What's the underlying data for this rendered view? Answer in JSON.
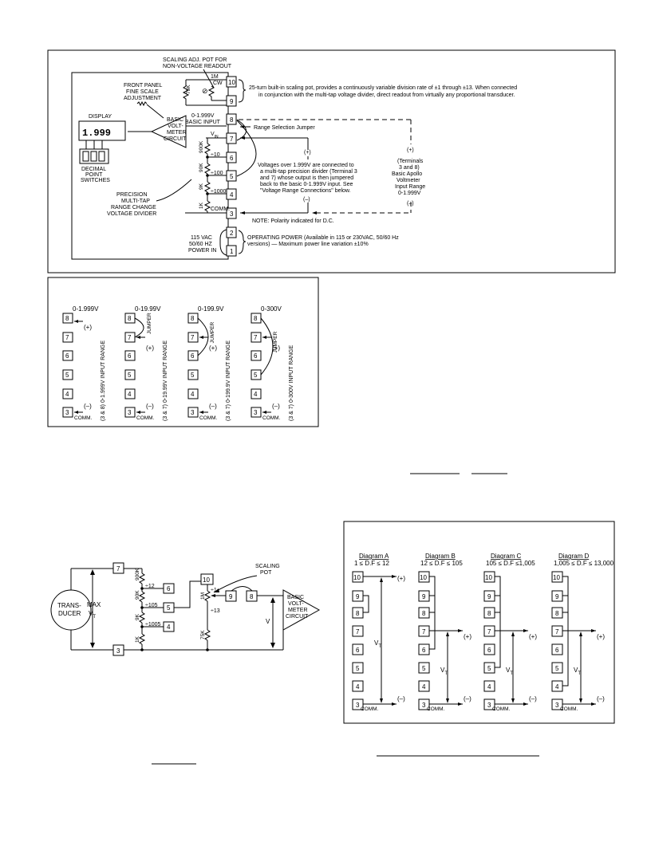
{
  "diagram1": {
    "scaling_adj": [
      "SCALING ADJ. POT FOR",
      "NON-VOLTAGE READOUT"
    ],
    "front_panel": [
      "FRONT PANEL",
      "FINE SCALE",
      "ADJUSTMENT"
    ],
    "display_label": "DISPLAY",
    "display_value": "1.999",
    "dp_switches": [
      "DECIMAL",
      "POINT",
      "SWITCHES"
    ],
    "basic_vm": [
      "BASIC",
      "VOLT-",
      "METER",
      "CIRCUIT"
    ],
    "precision": [
      "PRECISION",
      "MULTI-TAP",
      "RANGE CHANGE",
      "VOLTAGE DIVIDER"
    ],
    "r_75k": "75K",
    "r_1m": "1M",
    "cw": "CW",
    "r_900k": "900K",
    "r_90k": "90K",
    "r_9k": "9K",
    "r_1k": "1K",
    "div10": "÷10",
    "div100": "÷100",
    "div1000": "÷1000",
    "basic_input_range": "0-1.999V",
    "basic_input": "BASIC INPUT",
    "vin": "V IN",
    "comm": "COMM.",
    "range_jumper": "Range Selection Jumper",
    "pot_note": [
      "25-turn built-in scaling pot, provides a continuously variable division rate of ±1 through ±13. When connected",
      "in conjunction with the multi-tap voltage divider, direct readout from virtually any proportional transducer."
    ],
    "voltages_note": [
      "Voltages over 1.999V are connected to",
      "a multi-tap precision divider (Terminal 3",
      "and 7) whose output is then jumpered",
      "back to the basic 0-1.999V input. See",
      "\"Voltage Range Connections\" below."
    ],
    "plus": "(+)",
    "minus": "(–)",
    "terminals_note": [
      "(Terminals",
      "3 and 8)",
      "Basic Apollo",
      "Voltmeter",
      "Input Range",
      "0-1.999V"
    ],
    "polarity_note": "NOTE: Polarity indicated for D.C.",
    "power_in": [
      "115 VAC",
      "50/60 HZ",
      "POWER IN"
    ],
    "operating_power": [
      "OPERATING POWER (Available in 115 or 230VAC, 50/60 Hz",
      "versions) — Maximum power line variation ±10%"
    ],
    "terminals": [
      "10",
      "9",
      "8",
      "7",
      "6",
      "5",
      "4",
      "3",
      "2",
      "1"
    ]
  },
  "diagram2": {
    "ranges": [
      {
        "title": "0-1.999V",
        "side": "(3 & 8) 0-1.999V INPUT RANGE"
      },
      {
        "title": "0-19.99V",
        "side": "(3 & 7) 0-19.99V INPUT RANGE"
      },
      {
        "title": "0-199.9V",
        "side": "(3 & 7) 0-199.9V INPUT RANGE"
      },
      {
        "title": "0-300V",
        "side": "(3 & 7) 0-300V INPUT RANGE"
      }
    ],
    "jumper": "JUMPER",
    "comm": "COMM.",
    "plus": "(+)",
    "minus": "(–)",
    "terminals": [
      "8",
      "7",
      "6",
      "5",
      "4",
      "3"
    ]
  },
  "diagram3": {
    "transducer": [
      "TRANS-",
      "DUCER"
    ],
    "max": "MAX",
    "vt": "V",
    "vt_sub": "T",
    "r_900k": "900K",
    "r_90k": "90K",
    "r_9k": "9K",
    "r_1k": "1K",
    "r_1m": "1M",
    "r_75k": "75K",
    "div12": "÷12",
    "div105": "÷105",
    "div1005": "÷1005",
    "div1": "÷1",
    "div13": "÷13",
    "scaling_pot": [
      "SCALING",
      "POT"
    ],
    "basic_vm": [
      "BASIC",
      "VOLT-",
      "METER",
      "CIRCUIT"
    ],
    "v": "V",
    "t7": "7",
    "t6": "6",
    "t5": "5",
    "t4": "4",
    "t3": "3",
    "t10": "10",
    "t9": "9",
    "t8": "8"
  },
  "diagram4": {
    "diagrams": [
      {
        "title": "Diagram  A",
        "range": "1 ≤ D.F ≤ 12"
      },
      {
        "title": "Diagram  B",
        "range": "12 ≤ D.F ≤ 105"
      },
      {
        "title": "Diagram  C",
        "range": "105 ≤ D.F ≤1,005"
      },
      {
        "title": "Diagram  D",
        "range": "1,005 ≤ D.F ≤ 13,000"
      }
    ],
    "terminals": [
      "10",
      "9",
      "8",
      "7",
      "6",
      "5",
      "4",
      "3"
    ],
    "comm": "COMM.",
    "plus": "(+)",
    "minus": "(–)",
    "vt": "V",
    "vt_sub": "T"
  }
}
